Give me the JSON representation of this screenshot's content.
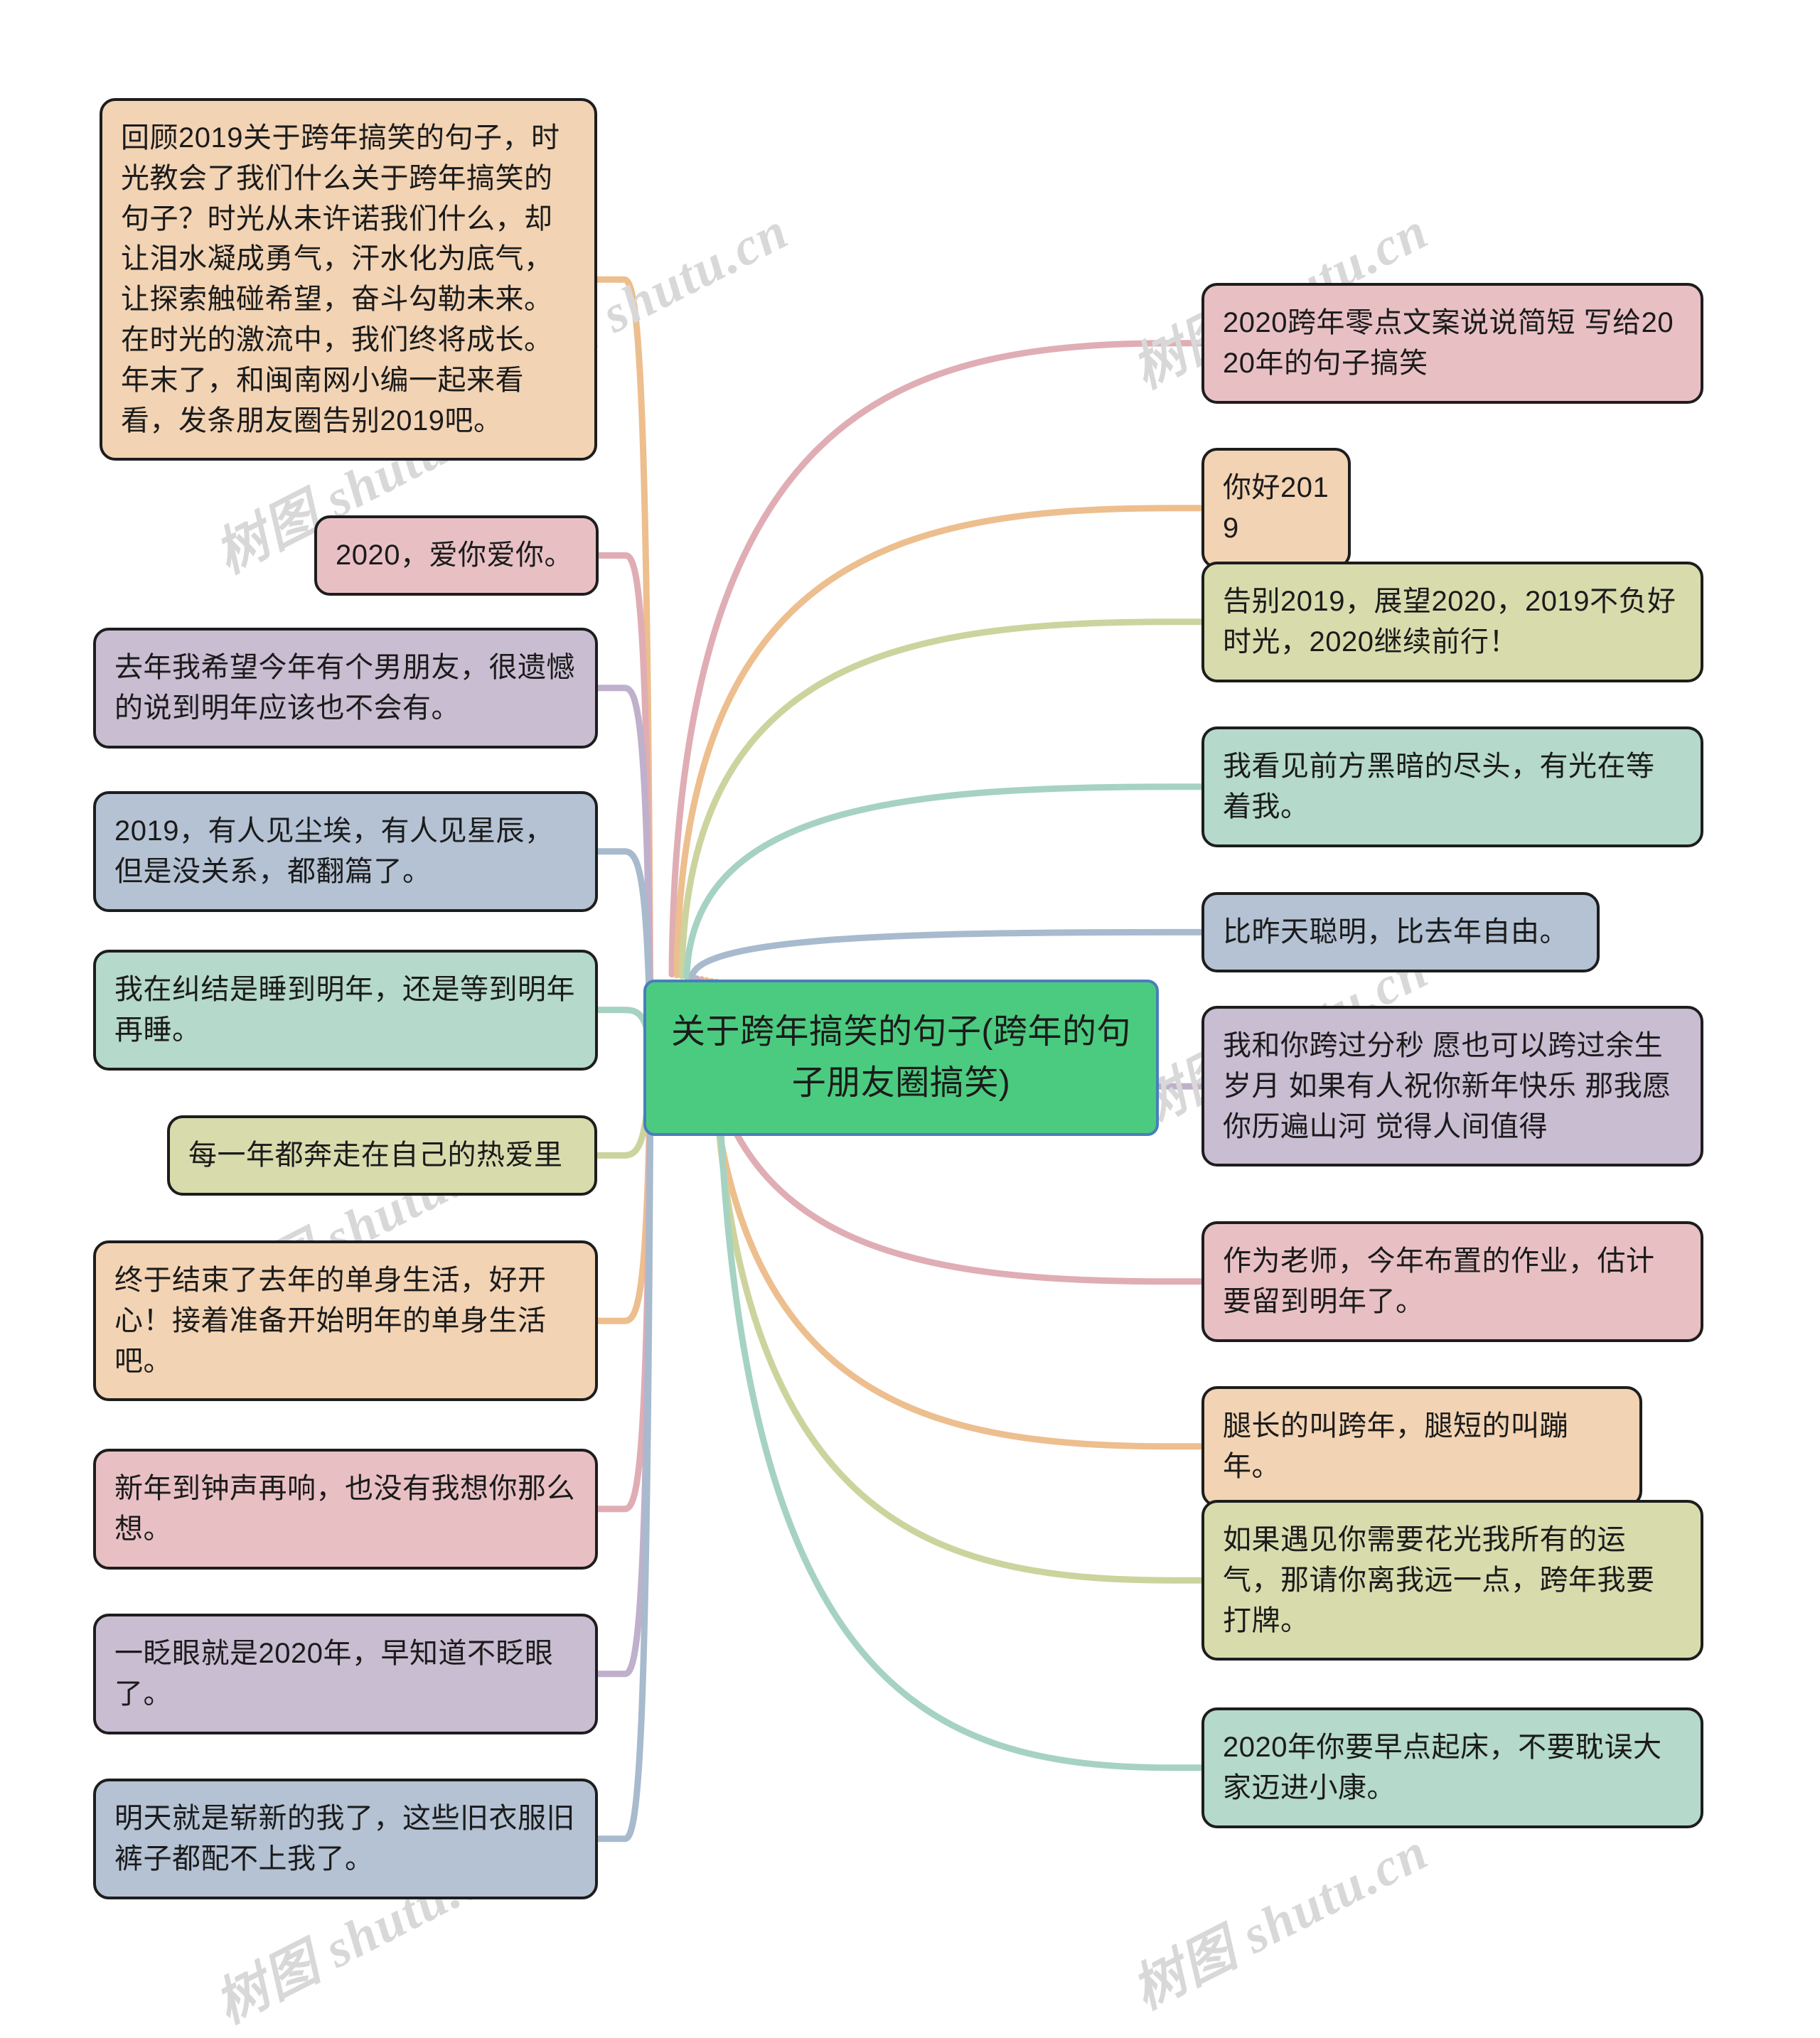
{
  "mindmap": {
    "center": {
      "text": "关于跨年搞笑的句子(跨年的句子朋友圈搞笑)",
      "fill": "#4bcb7f",
      "border": "#4a7ebb"
    },
    "left_branches": [
      {
        "id": "l1",
        "text": "回顾2019关于跨年搞笑的句子，时光教会了我们什么关于跨年搞笑的句子？时光从未许诺我们什么，却让泪水凝成勇气，汗水化为底气，让探索触碰希望，奋斗勾勒未来。在时光的激流中，我们终将成长。年末了，和闽南网小编一起来看看，发条朋友圈告别2019吧。",
        "fill": "#f2d3b3",
        "link": "#edbe8e"
      },
      {
        "id": "l2",
        "text": "2020，爱你爱你。",
        "fill": "#e8c0c4",
        "link": "#e0adb4"
      },
      {
        "id": "l3",
        "text": "去年我希望今年有个男朋友，很遗憾的说到明年应该也不会有。",
        "fill": "#c9bdd2",
        "link": "#bfb0cc"
      },
      {
        "id": "l4",
        "text": "2019，有人见尘埃，有人见星辰，但是没关系，都翻篇了。",
        "fill": "#b4c2d4",
        "link": "#a8bacd"
      },
      {
        "id": "l5",
        "text": "我在纠结是睡到明年，还是等到明年再睡。",
        "fill": "#b5d9cb",
        "link": "#a6d2c2"
      },
      {
        "id": "l6",
        "text": "每一年都奔走在自己的热爱里",
        "fill": "#d8dcad",
        "link": "#ccd39d"
      },
      {
        "id": "l7",
        "text": "终于结束了去年的单身生活，好开心！接着准备开始明年的单身生活吧。",
        "fill": "#f2d3b3",
        "link": "#edbe8e"
      },
      {
        "id": "l8",
        "text": "新年到钟声再响，也没有我想你那么想。",
        "fill": "#e8c0c4",
        "link": "#e0adb4"
      },
      {
        "id": "l9",
        "text": "一眨眼就是2020年，早知道不眨眼了。",
        "fill": "#c9bdd2",
        "link": "#bfb0cc"
      },
      {
        "id": "l10",
        "text": "明天就是崭新的我了，这些旧衣服旧裤子都配不上我了。",
        "fill": "#b4c2d4",
        "link": "#a8bacd"
      }
    ],
    "right_branches": [
      {
        "id": "r1",
        "text": "2020跨年零点文案说说简短 写给2020年的句子搞笑",
        "fill": "#e8c0c4",
        "link": "#e0adb4"
      },
      {
        "id": "r2",
        "text": "你好2019",
        "fill": "#f2d3b3",
        "link": "#edbe8e"
      },
      {
        "id": "r3",
        "text": "告别2019，展望2020，2019不负好时光，2020继续前行！",
        "fill": "#d8dcad",
        "link": "#ccd39d"
      },
      {
        "id": "r4",
        "text": "我看见前方黑暗的尽头，有光在等着我。",
        "fill": "#b5d9cb",
        "link": "#a6d2c2"
      },
      {
        "id": "r5",
        "text": "比昨天聪明，比去年自由。",
        "fill": "#b4c2d4",
        "link": "#a8bacd"
      },
      {
        "id": "r6",
        "text": "我和你跨过分秒 愿也可以跨过余生岁月 如果有人祝你新年快乐 那我愿你历遍山河 觉得人间值得",
        "fill": "#c9bdd2",
        "link": "#bfb0cc"
      },
      {
        "id": "r7",
        "text": "作为老师，今年布置的作业，估计要留到明年了。",
        "fill": "#e8c0c4",
        "link": "#e0adb4"
      },
      {
        "id": "r8",
        "text": "腿长的叫跨年，腿短的叫蹦年。",
        "fill": "#f2d3b3",
        "link": "#edbe8e"
      },
      {
        "id": "r9",
        "text": "如果遇见你需要花光我所有的运气，那请你离我远一点，跨年我要打牌。",
        "fill": "#d8dcad",
        "link": "#ccd39d"
      },
      {
        "id": "r10",
        "text": "2020年你要早点起床，不要耽误大家迈进小康。",
        "fill": "#b5d9cb",
        "link": "#a6d2c2"
      }
    ],
    "watermark": {
      "text": "树图 shutu.cn",
      "color": "#d8d8d8"
    }
  }
}
